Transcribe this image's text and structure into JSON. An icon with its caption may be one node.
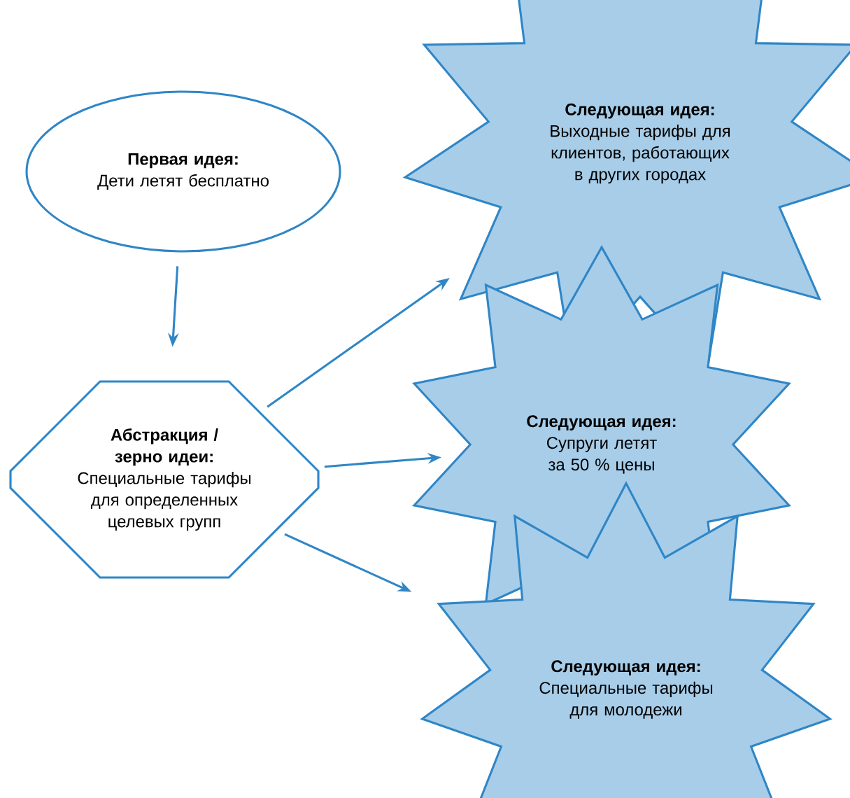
{
  "diagram": {
    "nodes": [
      {
        "text": [
          "Первая идея:",
          "Дети летят бесплатно"
        ]
      },
      {
        "text": [
          "Абстракция / зерно идеи:",
          "Специальные тарифы для определенных целевых групп"
        ]
      },
      {
        "text": [
          "Следующая идея:",
          "Выходные тарифы для клиентов, работающих в других городах"
        ]
      },
      {
        "text": [
          "Следующая идея:",
          "Супруги летят за 50 % цены"
        ]
      },
      {
        "text": [
          "Следующая идея:",
          "Специальные тарифы для молодежи"
        ]
      }
    ],
    "edges": [
      {
        "from": 0,
        "to": 1,
        "arrow": "to"
      },
      {
        "from": 1,
        "to": 2,
        "arrow": "to"
      },
      {
        "from": 1,
        "to": 3,
        "arrow": "to"
      },
      {
        "from": 1,
        "to": 4,
        "arrow": "to"
      }
    ]
  }
}
